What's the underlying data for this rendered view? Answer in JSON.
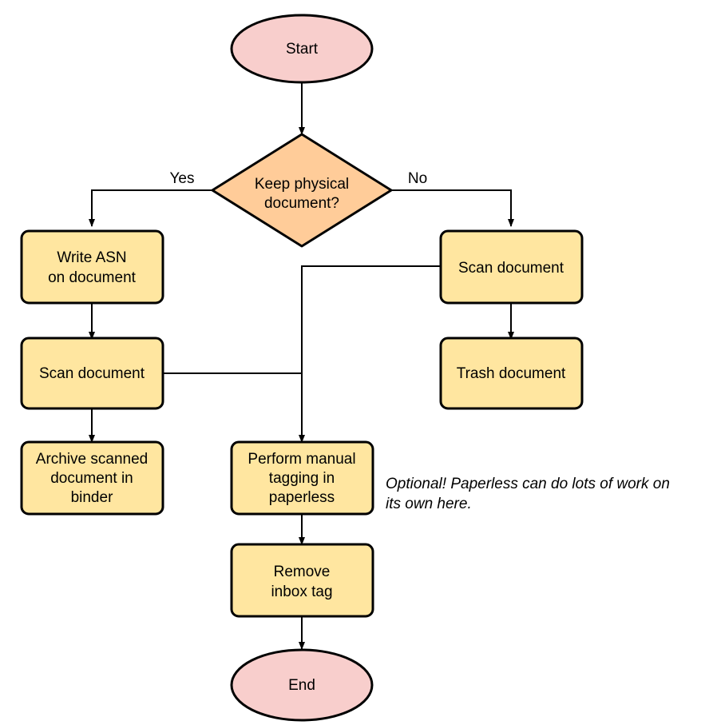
{
  "diagram": {
    "type": "flowchart",
    "background": "#ffffff",
    "colors": {
      "terminator_fill": "#f8cecc",
      "decision_fill": "#ffcc99",
      "process_fill": "#ffe6a0",
      "stroke": "#000000",
      "text": "#000000"
    },
    "nodes": {
      "start": {
        "label": "Start",
        "shape": "ellipse"
      },
      "decision": {
        "label_line1": "Keep physical",
        "label_line2": "document?",
        "shape": "diamond"
      },
      "write_asn": {
        "label_line1": "Write ASN",
        "label_line2": "on document",
        "shape": "rounded-rect"
      },
      "scan_left": {
        "label": "Scan document",
        "shape": "rounded-rect"
      },
      "archive": {
        "label_line1": "Archive scanned",
        "label_line2": "document in",
        "label_line3": "binder",
        "shape": "rounded-rect"
      },
      "scan_right": {
        "label": "Scan document",
        "shape": "rounded-rect"
      },
      "trash": {
        "label": "Trash document",
        "shape": "rounded-rect"
      },
      "tagging": {
        "label_line1": "Perform manual",
        "label_line2": "tagging in",
        "label_line3": "paperless",
        "shape": "rounded-rect"
      },
      "remove_inbox": {
        "label_line1": "Remove",
        "label_line2": "inbox tag",
        "shape": "rounded-rect"
      },
      "end": {
        "label": "End",
        "shape": "ellipse"
      }
    },
    "edge_labels": {
      "yes": "Yes",
      "no": "No"
    },
    "annotations": {
      "optional_note_line1": "Optional! Paperless can do lots of work on",
      "optional_note_line2": "its own here."
    }
  }
}
